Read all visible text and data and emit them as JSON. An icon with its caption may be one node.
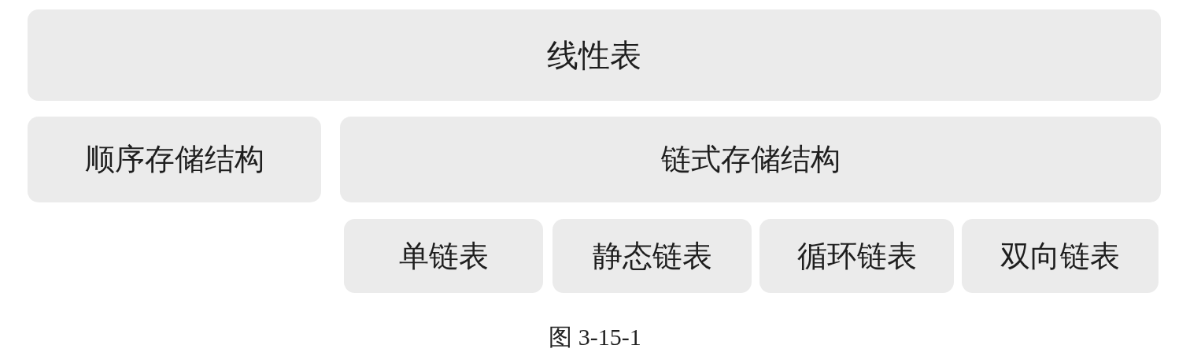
{
  "diagram": {
    "caption": "图 3-15-1",
    "nodes": [
      {
        "text": [
          "线性表"
        ]
      },
      {
        "text": [
          "顺序存储结构"
        ]
      },
      {
        "text": [
          "链式存储结构"
        ]
      },
      {
        "text": [
          "单链表"
        ]
      },
      {
        "text": [
          "静态链表"
        ]
      },
      {
        "text": [
          "循环链表"
        ]
      },
      {
        "text": [
          "双向链表"
        ]
      }
    ]
  }
}
